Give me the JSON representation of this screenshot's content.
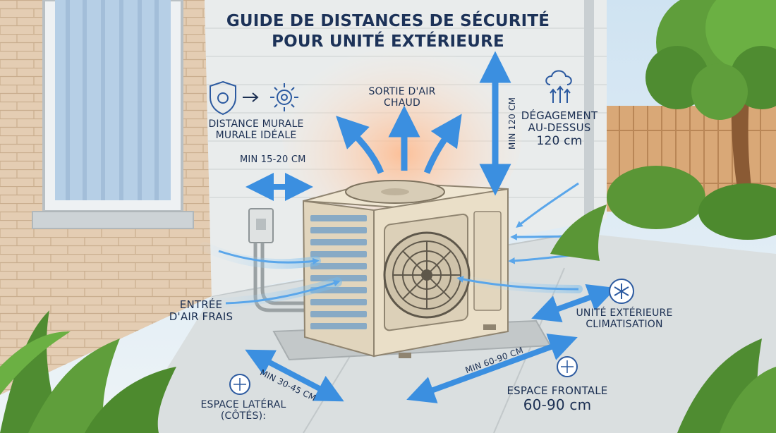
{
  "title": {
    "line1": "GUIDE DE DISTANCES DE SÉCURITÉ",
    "line2": "POUR UNITÉ EXTÉRIEURE"
  },
  "labels": {
    "wall_distance": {
      "line1": "DISTANCE MURALE",
      "line2": "MURALE IDÉALE"
    },
    "wall_min": "MIN 15-20 CM",
    "hot_air": {
      "line1": "SORTIE D'AIR",
      "line2": "CHAUD"
    },
    "top_min_vertical": "MIN 120 CM",
    "clearance_above": {
      "line1": "DÉGAGEMENT",
      "line2": "AU-DESSUS",
      "line3": "120 cm"
    },
    "fresh_air": {
      "line1": "ENTRÉE",
      "line2": "D'AIR FRAIS"
    },
    "outdoor_unit": {
      "line1": "UNITÉ EXTÉRIEURE",
      "line2": "CLIMATISATION"
    },
    "side_min": "MIN 30-45 CM",
    "front_min": "MIN 60-90 CM",
    "side_space": {
      "line1": "ESPACE LATÉRAL",
      "line2": "(CÔTÉS):"
    },
    "front_space": {
      "line1": "ESPACE FRONTALE",
      "line2": "60-90 cm"
    }
  },
  "icons": [
    "shield-gear-icon",
    "fan-icon",
    "heat-rising-icon",
    "snowflake-icon",
    "move-arrows-icon"
  ],
  "colors": {
    "arrow_blue": "#3b8fe0",
    "arrow_dark": "#1e5fb8",
    "text_navy": "#1b2f52",
    "unit_beige": "#e8dcc3",
    "hot_glow": "#ffb88a"
  }
}
